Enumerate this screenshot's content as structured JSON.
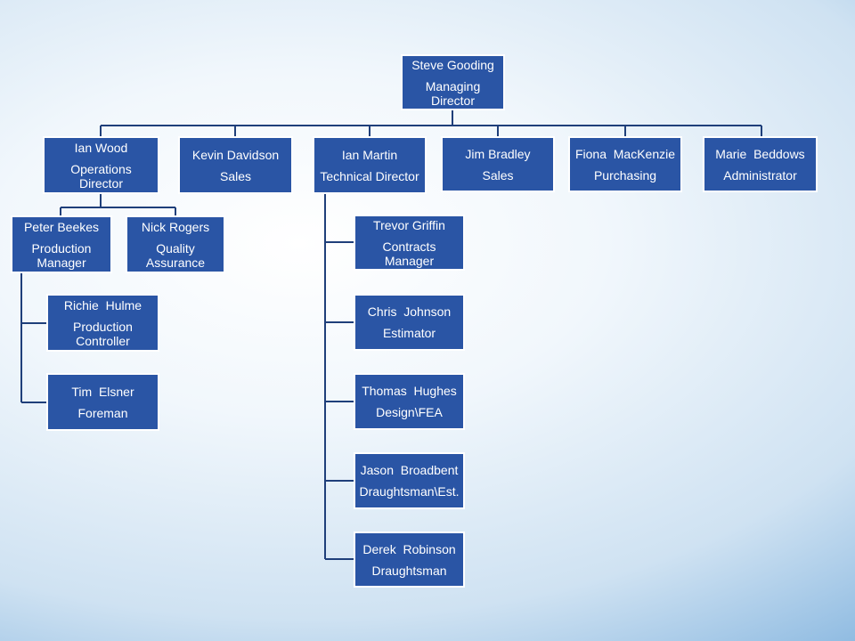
{
  "org_chart": {
    "nodes": [
      {
        "id": "n1",
        "name": "Steve Gooding",
        "role": "Managing Director"
      },
      {
        "id": "n2",
        "name": "Ian Wood",
        "role": "Operations Director"
      },
      {
        "id": "n3",
        "name": "Kevin Davidson",
        "role": "Sales"
      },
      {
        "id": "n4",
        "name": "Ian Martin",
        "role": "Technical Director"
      },
      {
        "id": "n5",
        "name": "Jim Bradley",
        "role": "Sales"
      },
      {
        "id": "n6",
        "name": "Fiona  MacKenzie",
        "role": "Purchasing"
      },
      {
        "id": "n7",
        "name": "Marie  Beddows",
        "role": "Administrator"
      },
      {
        "id": "n8",
        "name": "Peter Beekes",
        "role": "Production Manager"
      },
      {
        "id": "n9",
        "name": "Nick Rogers",
        "role": "Quality Assurance"
      },
      {
        "id": "n10",
        "name": "Richie  Hulme",
        "role": "Production Controller"
      },
      {
        "id": "n11",
        "name": "Tim  Elsner",
        "role": "Foreman"
      },
      {
        "id": "n12",
        "name": "Trevor Griffin",
        "role": "Contracts Manager"
      },
      {
        "id": "n13",
        "name": "Chris  Johnson",
        "role": "Estimator"
      },
      {
        "id": "n14",
        "name": "Thomas  Hughes",
        "role": "Design\\FEA"
      },
      {
        "id": "n15",
        "name": "Jason  Broadbent",
        "role": "Draughtsman\\Est."
      },
      {
        "id": "n16",
        "name": "Derek  Robinson",
        "role": "Draughtsman"
      }
    ]
  }
}
